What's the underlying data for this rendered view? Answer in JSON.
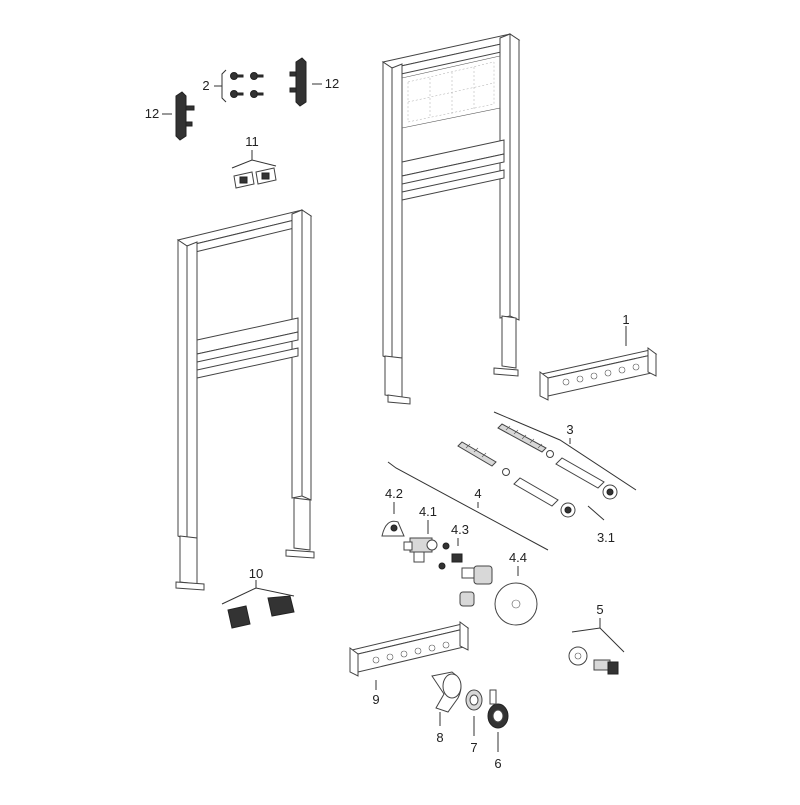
{
  "labels": {
    "p1": "1",
    "p2": "2",
    "p3": "3",
    "p31": "3.1",
    "p4": "4",
    "p41": "4.1",
    "p42": "4.2",
    "p43": "4.3",
    "p44": "4.4",
    "p5": "5",
    "p6": "6",
    "p7": "7",
    "p8": "8",
    "p9": "9",
    "p10": "10",
    "p11": "11",
    "p12a": "12",
    "p12b": "12"
  }
}
